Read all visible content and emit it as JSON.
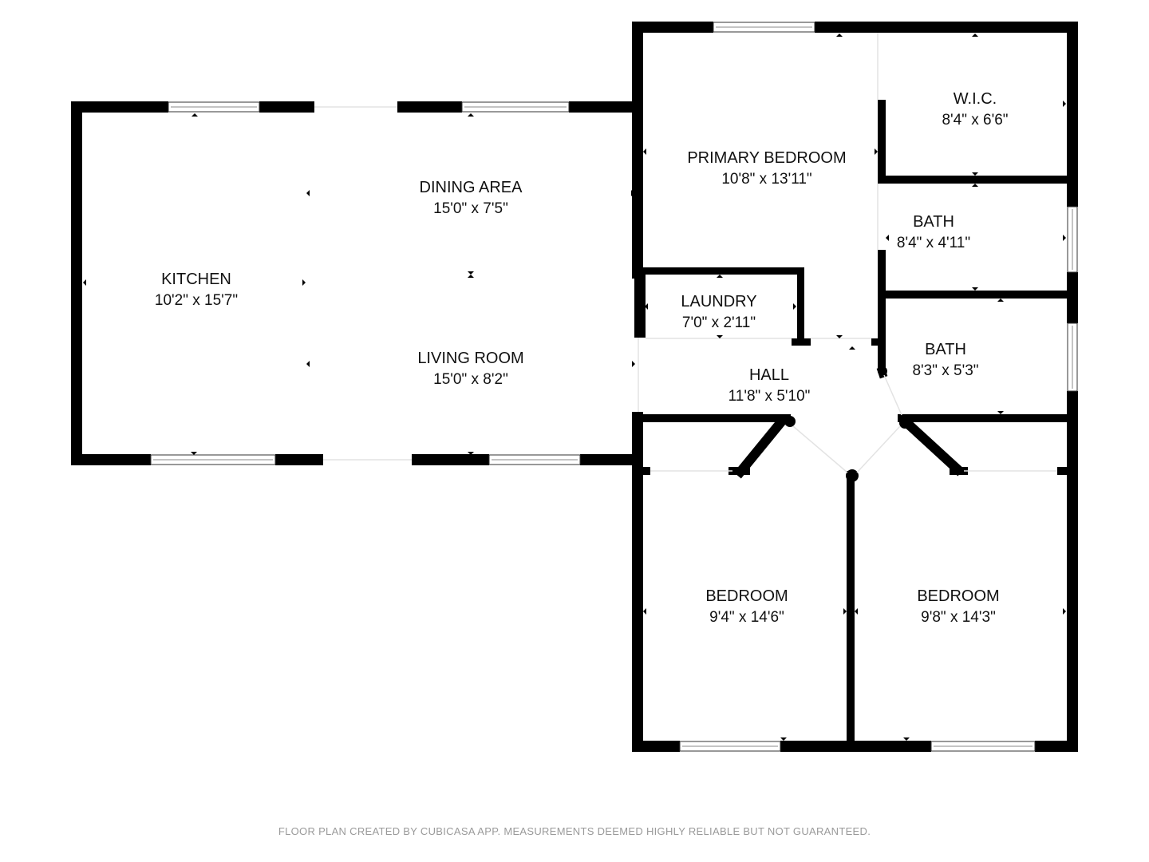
{
  "rooms": {
    "kitchen": {
      "name": "KITCHEN",
      "dim": "10'2\" x 15'7\""
    },
    "dining": {
      "name": "DINING AREA",
      "dim": "15'0\" x 7'5\""
    },
    "living": {
      "name": "LIVING ROOM",
      "dim": "15'0\" x 8'2\""
    },
    "primary": {
      "name": "PRIMARY BEDROOM",
      "dim": "10'8\" x 13'11\""
    },
    "wic": {
      "name": "W.I.C.",
      "dim": "8'4\" x 6'6\""
    },
    "bath1": {
      "name": "BATH",
      "dim": "8'4\" x 4'11\""
    },
    "bath2": {
      "name": "BATH",
      "dim": "8'3\" x 5'3\""
    },
    "laundry": {
      "name": "LAUNDRY",
      "dim": "7'0\" x 2'11\""
    },
    "hall": {
      "name": "HALL",
      "dim": "11'8\" x 5'10\""
    },
    "bedroom1": {
      "name": "BEDROOM",
      "dim": "9'4\" x 14'6\""
    },
    "bedroom2": {
      "name": "BEDROOM",
      "dim": "9'8\" x 14'3\""
    }
  },
  "footer": "FLOOR PLAN CREATED BY CUBICASA APP. MEASUREMENTS DEEMED HIGHLY RELIABLE BUT NOT GUARANTEED.",
  "colors": {
    "wall": "#000000",
    "window": "#cfcfcf",
    "text": "#111111",
    "footer": "#9a9a9a"
  }
}
